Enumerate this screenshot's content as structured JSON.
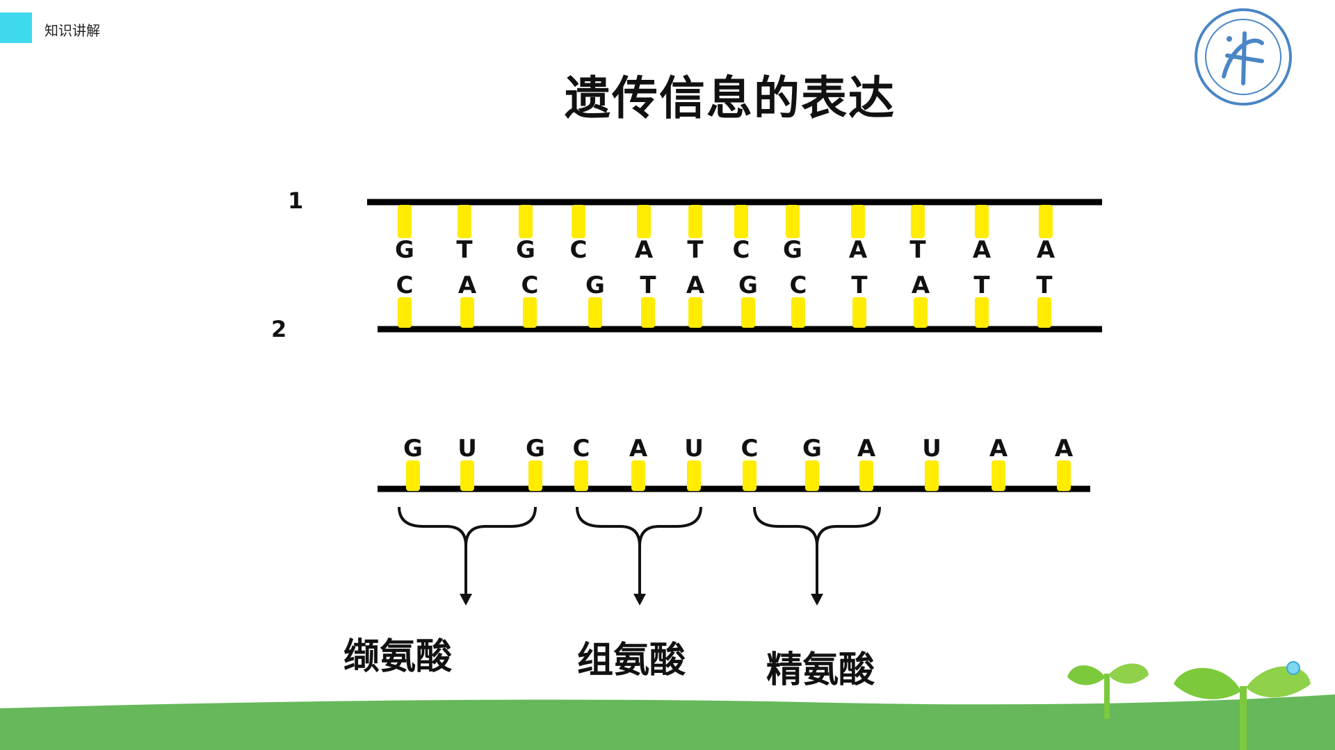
{
  "header": {
    "section_label": "知识讲解",
    "accent_color": "#3fd9ee"
  },
  "title": "遗传信息的表达",
  "logo": {
    "icon": "school-seal-icon",
    "color": "#4a86c5"
  },
  "dna": {
    "strand1_label": "1",
    "strand2_label": "2",
    "strand1_bases": [
      "G",
      "T",
      "G",
      "C",
      "A",
      "T",
      "C",
      "G",
      "A",
      "T",
      "A",
      "A"
    ],
    "strand2_bases": [
      "C",
      "A",
      "C",
      "G",
      "T",
      "A",
      "G",
      "C",
      "T",
      "A",
      "T",
      "T"
    ]
  },
  "mrna": {
    "bases": [
      "G",
      "U",
      "G",
      "C",
      "A",
      "U",
      "C",
      "G",
      "A",
      "U",
      "A",
      "A"
    ]
  },
  "amino_acids": [
    "缬氨酸",
    "组氨酸",
    "精氨酸"
  ],
  "colors": {
    "bond": "#ffec00",
    "ground": "#66b85a",
    "sprout": "#7cc93b"
  }
}
